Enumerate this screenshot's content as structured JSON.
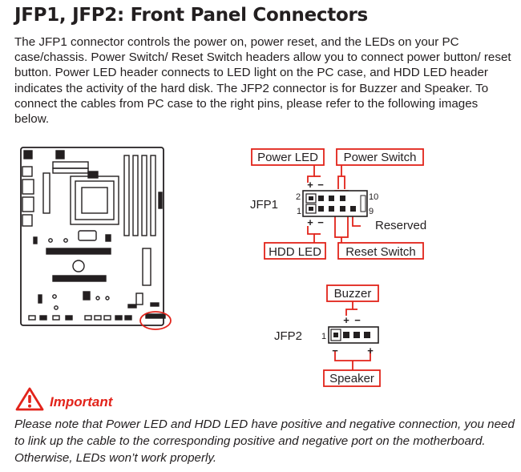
{
  "heading": "JFP1, JFP2: Front Panel Connectors",
  "intro": "The JFP1 connector controls the power on, power reset, and the LEDs on your PC case/chassis. Power Switch/ Reset Switch headers allow you to connect power button/ reset button. Power LED header connects to LED light on the PC case, and HDD LED header indicates the activity of the hard disk. The JFP2 connector is for Buzzer and Speaker. To connect the cables from PC case to the right pins, please refer to the following images below.",
  "colors": {
    "accent": "#e2231a",
    "text": "#231f20"
  },
  "jfp1": {
    "name": "JFP1",
    "power_led": "Power LED",
    "power_switch": "Power Switch",
    "hdd_led": "HDD LED",
    "reset_switch": "Reset Switch",
    "reserved": "Reserved",
    "pin_top_left": "2",
    "pin_bottom_left": "1",
    "pin_top_right": "10",
    "pin_bottom_right": "9",
    "plus": "+",
    "minus": "−"
  },
  "jfp2": {
    "name": "JFP2",
    "buzzer": "Buzzer",
    "speaker": "Speaker",
    "pin_first": "1",
    "plus": "+",
    "minus": "−"
  },
  "important": {
    "icon": "warning-icon",
    "label": "Important",
    "text": "Please note that Power LED and HDD LED have positive and negative connection, you need to link up the cable to the corresponding positive and negative port on the motherboard. Otherwise, LEDs won’t work properly."
  }
}
